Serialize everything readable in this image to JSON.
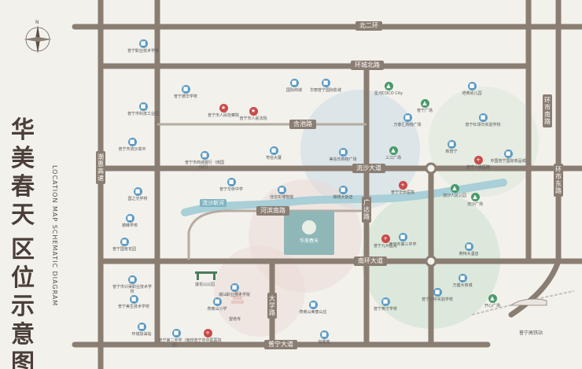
{
  "title": {
    "line1": "华美春天",
    "line2": "区位示意图",
    "sub": "LOCATION MAP SCHEMATIC DIAGRAM"
  },
  "project": {
    "badge": "华美春天"
  },
  "roads": {
    "bei_er_huan": "北二环",
    "huan_cheng_bei": "环城北路",
    "han_chi": "含池路",
    "liu_sha": "流沙大道",
    "he_bin_nan": "河滨南路",
    "nan_huan": "南环大道",
    "pu_ning": "普宁大道",
    "chao_hui": "潮惠高速",
    "guang_da": "广达路",
    "da_xue": "大学路",
    "huan_shi_nan": "环市南路",
    "huan_shi_dong": "环市东路"
  },
  "river": "流沙新河",
  "landmarks": {
    "dragon": "莲花山公园",
    "pagoda": "望塔寺",
    "station": "普宁高铁站"
  },
  "pois": [
    {
      "name": "普宁职业技术学校",
      "type": "school"
    },
    {
      "name": "普宁市科技工业园",
      "type": "school"
    },
    {
      "name": "普宁市流沙高中",
      "type": "school"
    },
    {
      "name": "国之光学校",
      "type": "school"
    },
    {
      "name": "德峰学校",
      "type": "school"
    },
    {
      "name": "普宁国有花园",
      "type": "school"
    },
    {
      "name": "普宁市兴昊职业技术学校",
      "type": "school"
    },
    {
      "name": "普宁美生技术学校",
      "type": "school"
    },
    {
      "name": "环城加油站",
      "type": "school"
    },
    {
      "name": "普宁德华学校",
      "type": "school"
    },
    {
      "name": "普宁市人民检察院",
      "type": "gov"
    },
    {
      "name": "普宁市人民法院",
      "type": "gov"
    },
    {
      "name": "国际商城",
      "type": "school"
    },
    {
      "name": "华丽普宁国际影城",
      "type": "school"
    },
    {
      "name": "普宁市商城银行（南国分行）",
      "type": "school"
    },
    {
      "name": "粤信大厦",
      "type": "school"
    },
    {
      "name": "美信乐购物广场",
      "type": "school"
    },
    {
      "name": "普宁华侨中学",
      "type": "school"
    },
    {
      "name": "佳信实博物馆",
      "type": "school"
    },
    {
      "name": "锦绣大饭店",
      "type": "school"
    },
    {
      "name": "星河COCO City",
      "type": "mall"
    },
    {
      "name": "万泰汇购物广场",
      "type": "school"
    },
    {
      "name": "普宁广场",
      "type": "mall"
    },
    {
      "name": "三江广场",
      "type": "mall"
    },
    {
      "name": "普宁华侨医院",
      "type": "hospital"
    },
    {
      "name": "普宁市第三中学",
      "type": "school"
    },
    {
      "name": "普宁九州医院",
      "type": "hospital"
    },
    {
      "name": "培英幼儿园",
      "type": "school"
    },
    {
      "name": "普宁红领巾实验学校",
      "type": "school"
    },
    {
      "name": "普宁人民医院",
      "type": "hospital"
    },
    {
      "name": "中国普宁国际商品城",
      "type": "school"
    },
    {
      "name": "新普宁",
      "type": "school"
    },
    {
      "name": "流沙人民公园",
      "type": "mall"
    },
    {
      "name": "流沙广场",
      "type": "mall"
    },
    {
      "name": "英特大酒店",
      "type": "school"
    },
    {
      "name": "万盛大商城",
      "type": "school"
    },
    {
      "name": "开心广场",
      "type": "mall"
    },
    {
      "name": "普宁二中实验学校",
      "type": "school"
    },
    {
      "name": "普宁英才学校",
      "type": "school"
    },
    {
      "name": "潮汕职业技术学院",
      "type": "school"
    },
    {
      "name": "燕南山小学",
      "type": "school"
    },
    {
      "name": "燕南山美丽山庄",
      "type": "school"
    },
    {
      "name": "普宁第二中学（南校区）",
      "type": "school"
    },
    {
      "name": "普宁市中医医院",
      "type": "hospital"
    },
    {
      "name": "好景苑",
      "type": "school"
    }
  ],
  "colors": {
    "road": "#8a7d72",
    "bg": "#f3f1ec",
    "circle_blue": "#c9dbe6",
    "circle_red": "#ecd6d2",
    "circle_green": "#cfe3d2",
    "river": "#a9cfd8"
  }
}
